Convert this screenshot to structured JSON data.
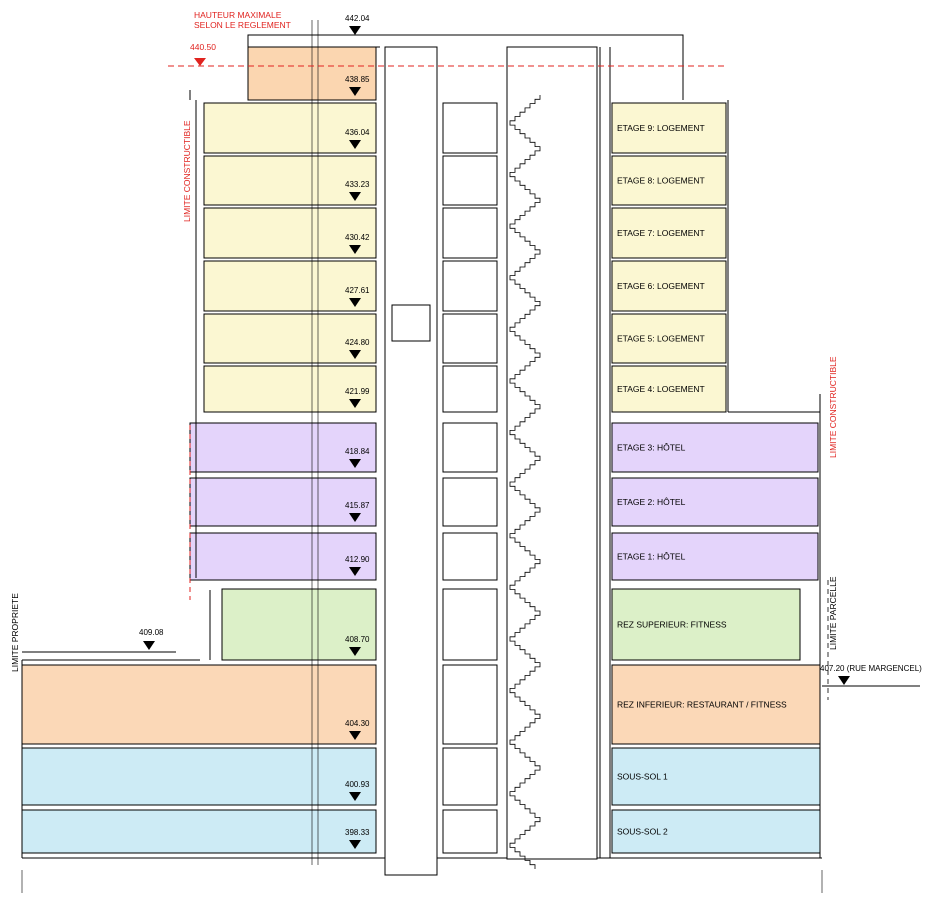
{
  "colors": {
    "housing": "#fbf7d2",
    "hotel": "#e4d4fb",
    "fitness": "#dcf0c8",
    "restaurant": "#fbd8b7",
    "basement": "#cdebf5",
    "attic": "#fbd6b0",
    "limit": "#e0231f"
  },
  "annotations": {
    "max_height_line1": "HAUTEUR MAXIMALE",
    "max_height_line2": "SELON LE REGLEMENT",
    "max_height_value": "440.50",
    "limite_constructible_left": "LIMITE CONSTRUCTIBLE",
    "limite_constructible_right": "LIMITE CONSTRUCTIBLE",
    "limite_propriete": "LIMITE PROPRIETE",
    "limite_parcelle": "LIMITE PARCELLE",
    "top_elevation": "442.04",
    "street_elevation": "407.20 (RUE MARGENCEL)",
    "terrain_elevation": "409.08"
  },
  "floors": [
    {
      "id": "attic",
      "label": "",
      "elevation": "438.85",
      "use": "attic"
    },
    {
      "id": "etage-9",
      "label": "ETAGE 9: LOGEMENT",
      "elevation": "436.04",
      "use": "housing"
    },
    {
      "id": "etage-8",
      "label": "ETAGE 8: LOGEMENT",
      "elevation": "433.23",
      "use": "housing"
    },
    {
      "id": "etage-7",
      "label": "ETAGE 7: LOGEMENT",
      "elevation": "430.42",
      "use": "housing"
    },
    {
      "id": "etage-6",
      "label": "ETAGE 6: LOGEMENT",
      "elevation": "427.61",
      "use": "housing"
    },
    {
      "id": "etage-5",
      "label": "ETAGE 5: LOGEMENT",
      "elevation": "424.80",
      "use": "housing"
    },
    {
      "id": "etage-4",
      "label": "ETAGE 4: LOGEMENT",
      "elevation": "421.99",
      "use": "housing"
    },
    {
      "id": "etage-3",
      "label": "ETAGE 3: HÔTEL",
      "elevation": "418.84",
      "use": "hotel"
    },
    {
      "id": "etage-2",
      "label": "ETAGE 2: HÔTEL",
      "elevation": "415.87",
      "use": "hotel"
    },
    {
      "id": "etage-1",
      "label": "ETAGE 1: HÔTEL",
      "elevation": "412.90",
      "use": "hotel"
    },
    {
      "id": "rez-superieur",
      "label": "REZ SUPERIEUR: FITNESS",
      "elevation": "408.70",
      "use": "fitness"
    },
    {
      "id": "rez-inferieur",
      "label": "REZ INFERIEUR: RESTAURANT / FITNESS",
      "elevation": "404.30",
      "use": "restaurant"
    },
    {
      "id": "sous-sol-1",
      "label": "SOUS-SOL 1",
      "elevation": "400.93",
      "use": "basement"
    },
    {
      "id": "sous-sol-2",
      "label": "SOUS-SOL 2",
      "elevation": "398.33",
      "use": "basement"
    }
  ]
}
